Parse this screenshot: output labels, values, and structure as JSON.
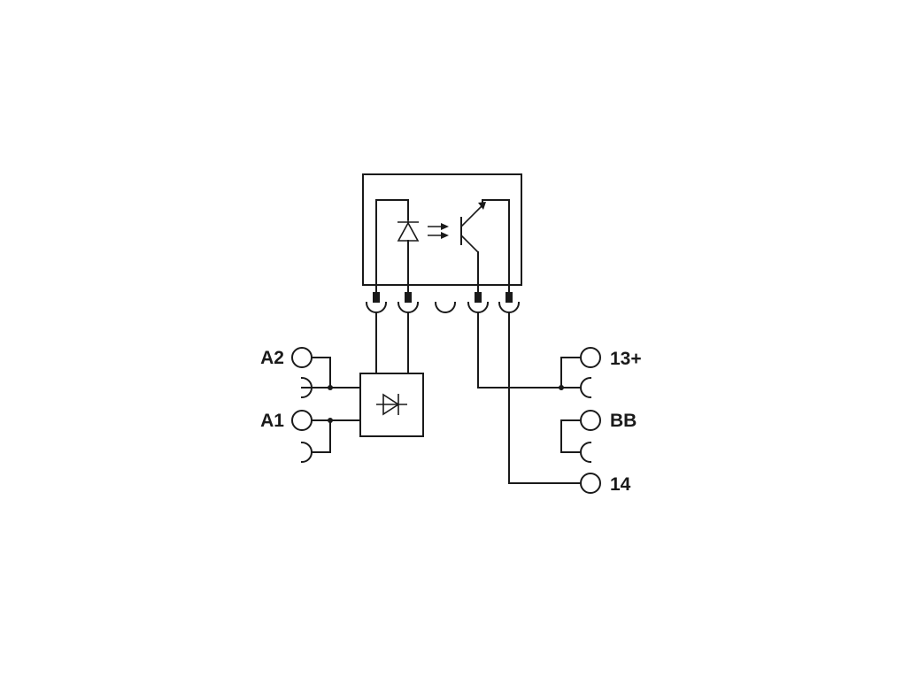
{
  "terminals": {
    "a2": "A2",
    "a1": "A1",
    "t13": "13+",
    "bb": "BB",
    "t14": "14"
  },
  "colors": {
    "line": "#1a1a1a",
    "background": "#ffffff"
  }
}
